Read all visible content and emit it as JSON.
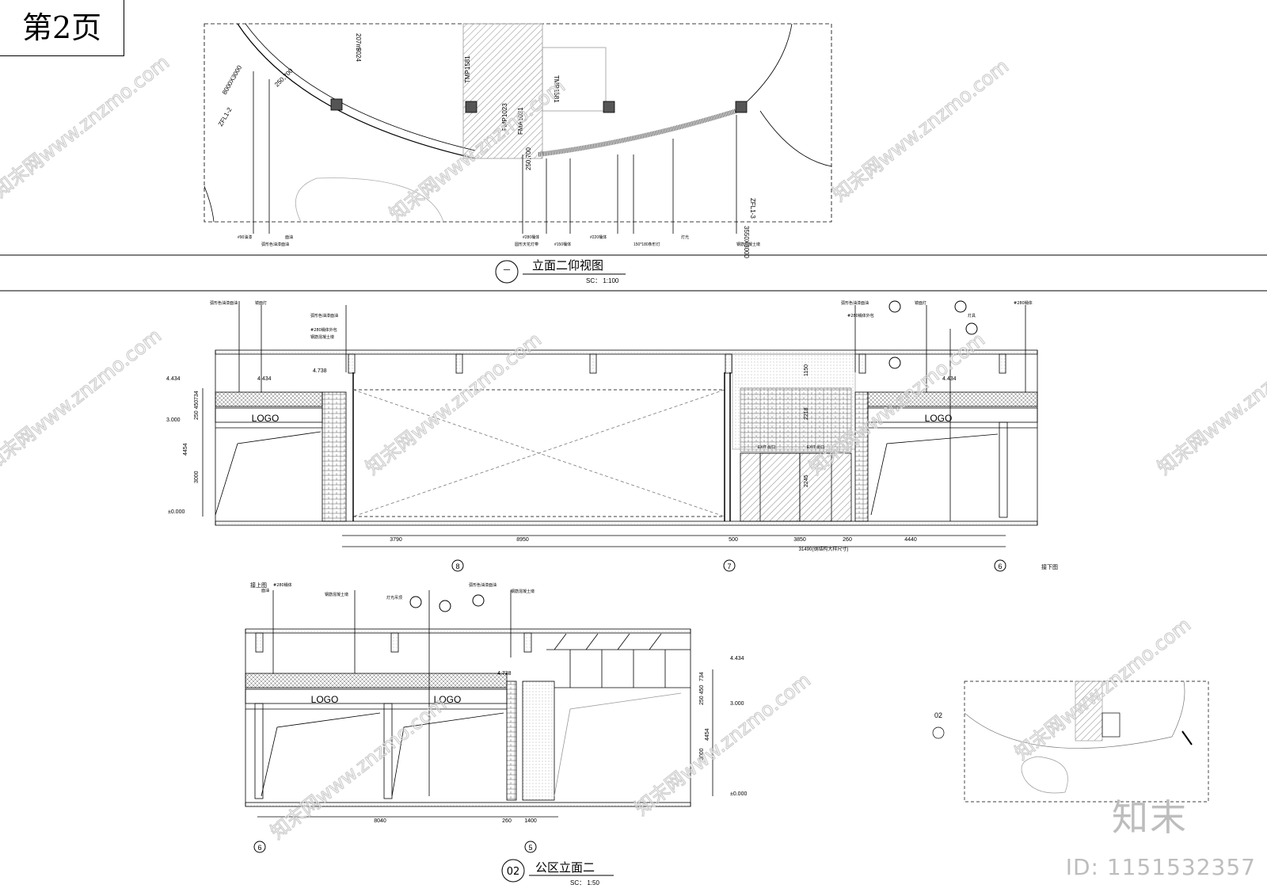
{
  "page_label": "第2页",
  "views": {
    "top": {
      "number": "一",
      "title": "立面二仰视图",
      "scale": "SC： 1:100",
      "notes": [
        "#90油漆",
        "弧形色油漆面油",
        "面油",
        "圆形天花灯带",
        "#280桶体",
        "#150桶体",
        "#220桶体",
        "150*180条形灯",
        "灯光",
        "钢筋混凝土墩"
      ],
      "plan_tags": [
        "5024",
        "207m²",
        "TMP1581",
        "TMP1581",
        "FMP1023",
        "FMA1021",
        "250,700",
        "250,700",
        "ZFL1-2",
        "ZFL1-3",
        "8000X3000",
        "3550X3000"
      ]
    },
    "elevation_a": {
      "levels": [
        "4.434",
        "4.434",
        "4.434",
        "4.738",
        "3.000",
        "±0.000"
      ],
      "vertical_dims": [
        "734",
        "250 450",
        "4454",
        "3000"
      ],
      "horizontal_dims": [
        "3790",
        "8950",
        "500",
        "3850",
        "260",
        "4440"
      ],
      "total_dim": "31490(钢结构大样尺寸)",
      "inner_dims": [
        "1150",
        "2218",
        "2245"
      ],
      "axes": [
        "8",
        "7",
        "6"
      ],
      "logos": [
        "LOGO",
        "LOGO"
      ],
      "exit_signs": [
        "EXIT 出口",
        "EXIT 出口"
      ],
      "continue_note": "接下图",
      "callout_notes": [
        "弧形色油漆面油",
        "镜面灯",
        "弧形色油漆面油",
        "#280桶体外包",
        "钢筋混凝土墩",
        "#280桶体外包",
        "弧形色油漆面油",
        "镜面灯",
        "灯具",
        "#280桶体"
      ]
    },
    "elevation_b": {
      "number": "02",
      "title": "公区立面二",
      "scale": "SC： 1:50",
      "levels": [
        "4.434",
        "4.738",
        "3.000",
        "±0.000"
      ],
      "vertical_dims": [
        "734",
        "250 450",
        "4454",
        "3000"
      ],
      "horizontal_dims": [
        "8040",
        "260",
        "1400"
      ],
      "axes": [
        "6",
        "5"
      ],
      "logos": [
        "LOGO",
        "LOGO"
      ],
      "continue_note": "接上图",
      "callout_notes": [
        "#280桶体",
        "钢筋混凝土墩",
        "面油",
        "灯光吊顶",
        "弧形色油漆面油",
        "钢筋混凝土墩"
      ]
    },
    "key_plan": {
      "marker": "02"
    }
  },
  "watermark": "知末网www.znzmo.com",
  "brand": "知末",
  "drawing_id": "ID: 1151532357",
  "colors": {
    "line": "#000000",
    "watermark": "#c8c8c8",
    "hatch": "#777777"
  }
}
